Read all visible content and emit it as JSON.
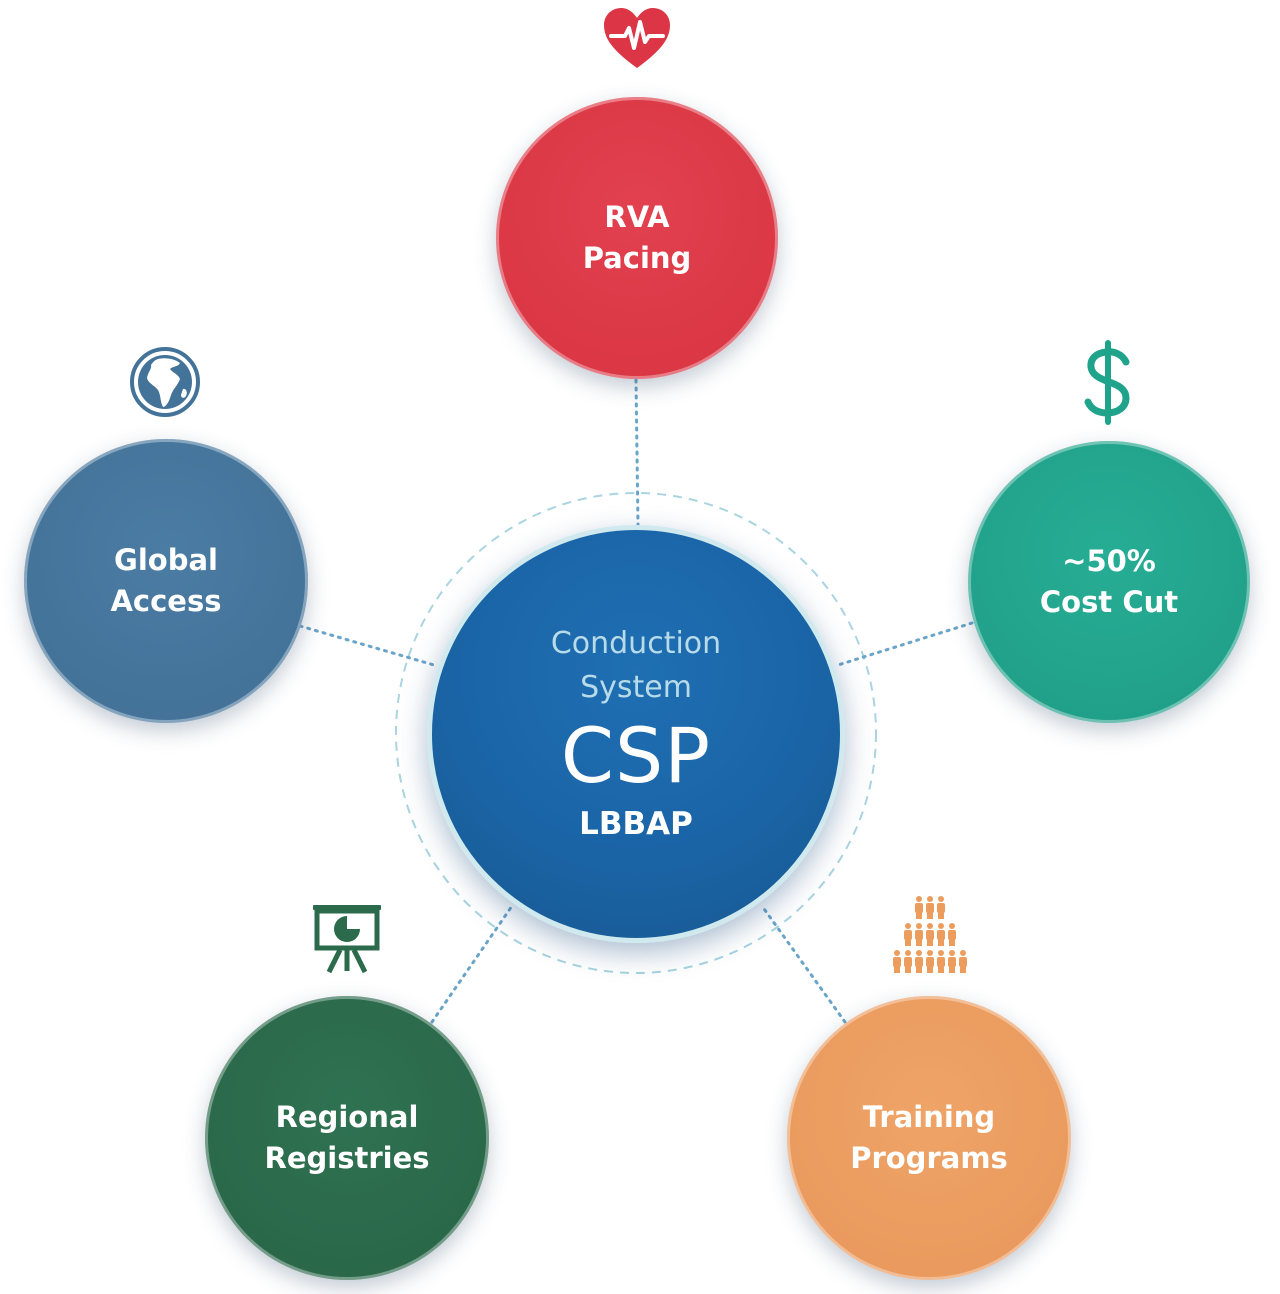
{
  "center": {
    "subtitle_line1": "Conduction",
    "subtitle_line2": "System",
    "title": "CSP",
    "tag": "LBBAP",
    "color": "#1a64a6"
  },
  "nodes": [
    {
      "id": "rva",
      "line1": "RVA",
      "line2": "Pacing",
      "color": "#dc3545",
      "icon": "heart-pulse-icon"
    },
    {
      "id": "cost",
      "line1": "~50%",
      "line2": "Cost Cut",
      "color": "#20a38b",
      "icon": "dollar-icon"
    },
    {
      "id": "training",
      "line1": "Training",
      "line2": "Programs",
      "color": "#ec9d5e",
      "icon": "people-pyramid-icon"
    },
    {
      "id": "registries",
      "line1": "Regional",
      "line2": "Registries",
      "color": "#2b6a4b",
      "icon": "presentation-chart-icon"
    },
    {
      "id": "global",
      "line1": "Global",
      "line2": "Access",
      "color": "#447399",
      "icon": "globe-icon"
    }
  ]
}
